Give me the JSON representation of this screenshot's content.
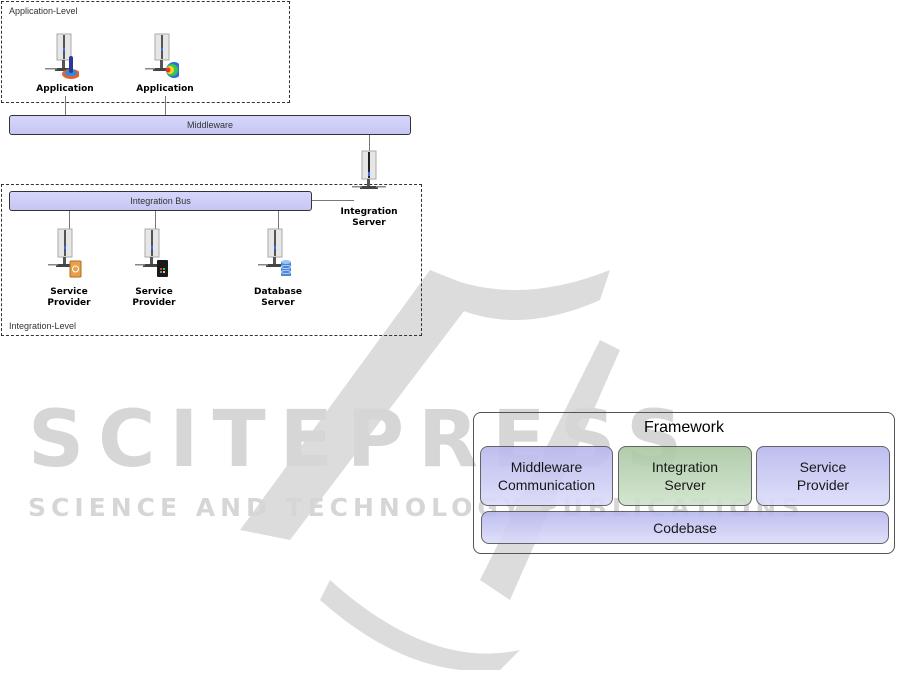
{
  "diagram": {
    "application_level": {
      "label": "Application-Level",
      "nodes": [
        {
          "label": "Application",
          "icon": "server-with-stream-gauge-icon"
        },
        {
          "label": "Application",
          "icon": "server-with-color-dome-icon"
        }
      ]
    },
    "middleware": {
      "label": "Middleware"
    },
    "integration_server": {
      "label_line1": "Integration",
      "label_line2": "Server",
      "icon": "server-icon"
    },
    "integration_level": {
      "label": "Integration-Level",
      "bus_label": "Integration Bus",
      "nodes": [
        {
          "label_line1": "Service",
          "label_line2": "Provider",
          "icon": "server-with-ubuntu-box-icon"
        },
        {
          "label_line1": "Service",
          "label_line2": "Provider",
          "icon": "server-with-windows-box-icon"
        },
        {
          "label_line1": "Database",
          "label_line2": "Server",
          "icon": "server-with-database-icon"
        }
      ]
    }
  },
  "framework": {
    "title": "Framework",
    "boxes": [
      {
        "line1": "Middleware",
        "line2": "Communication",
        "color": "#c6c6f4"
      },
      {
        "line1": "Integration",
        "line2": "Server",
        "color": "#b9d4b4"
      },
      {
        "line1": "Service",
        "line2": "Provider",
        "color": "#c6c6f4"
      }
    ],
    "base": {
      "label": "Codebase",
      "color": "#c6c6f4"
    }
  },
  "watermark": {
    "main": "SCITEPRESS",
    "sub": "SCIENCE AND TECHNOLOGY PUBLICATIONS"
  }
}
